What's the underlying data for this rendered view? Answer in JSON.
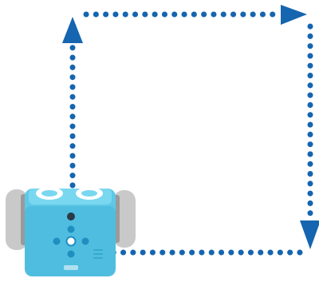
{
  "colors": {
    "path": "#1565b0",
    "robot_body": "#5ec8e8",
    "robot_body_dark": "#35a9cf",
    "robot_face": "#7ad7f0",
    "wheel": "#c9c9c9",
    "wheel_dark": "#9a9a9a",
    "button_dark": "#2a3a46",
    "button_blue": "#1f8fc0"
  },
  "path": {
    "style": "dotted",
    "route": [
      "up",
      "right",
      "down",
      "left"
    ],
    "arrowheads": [
      "up-arrow-icon",
      "right-arrow-icon",
      "down-arrow-icon"
    ]
  },
  "robot": {
    "icon": "robot-toy-icon",
    "logo_text": ""
  }
}
